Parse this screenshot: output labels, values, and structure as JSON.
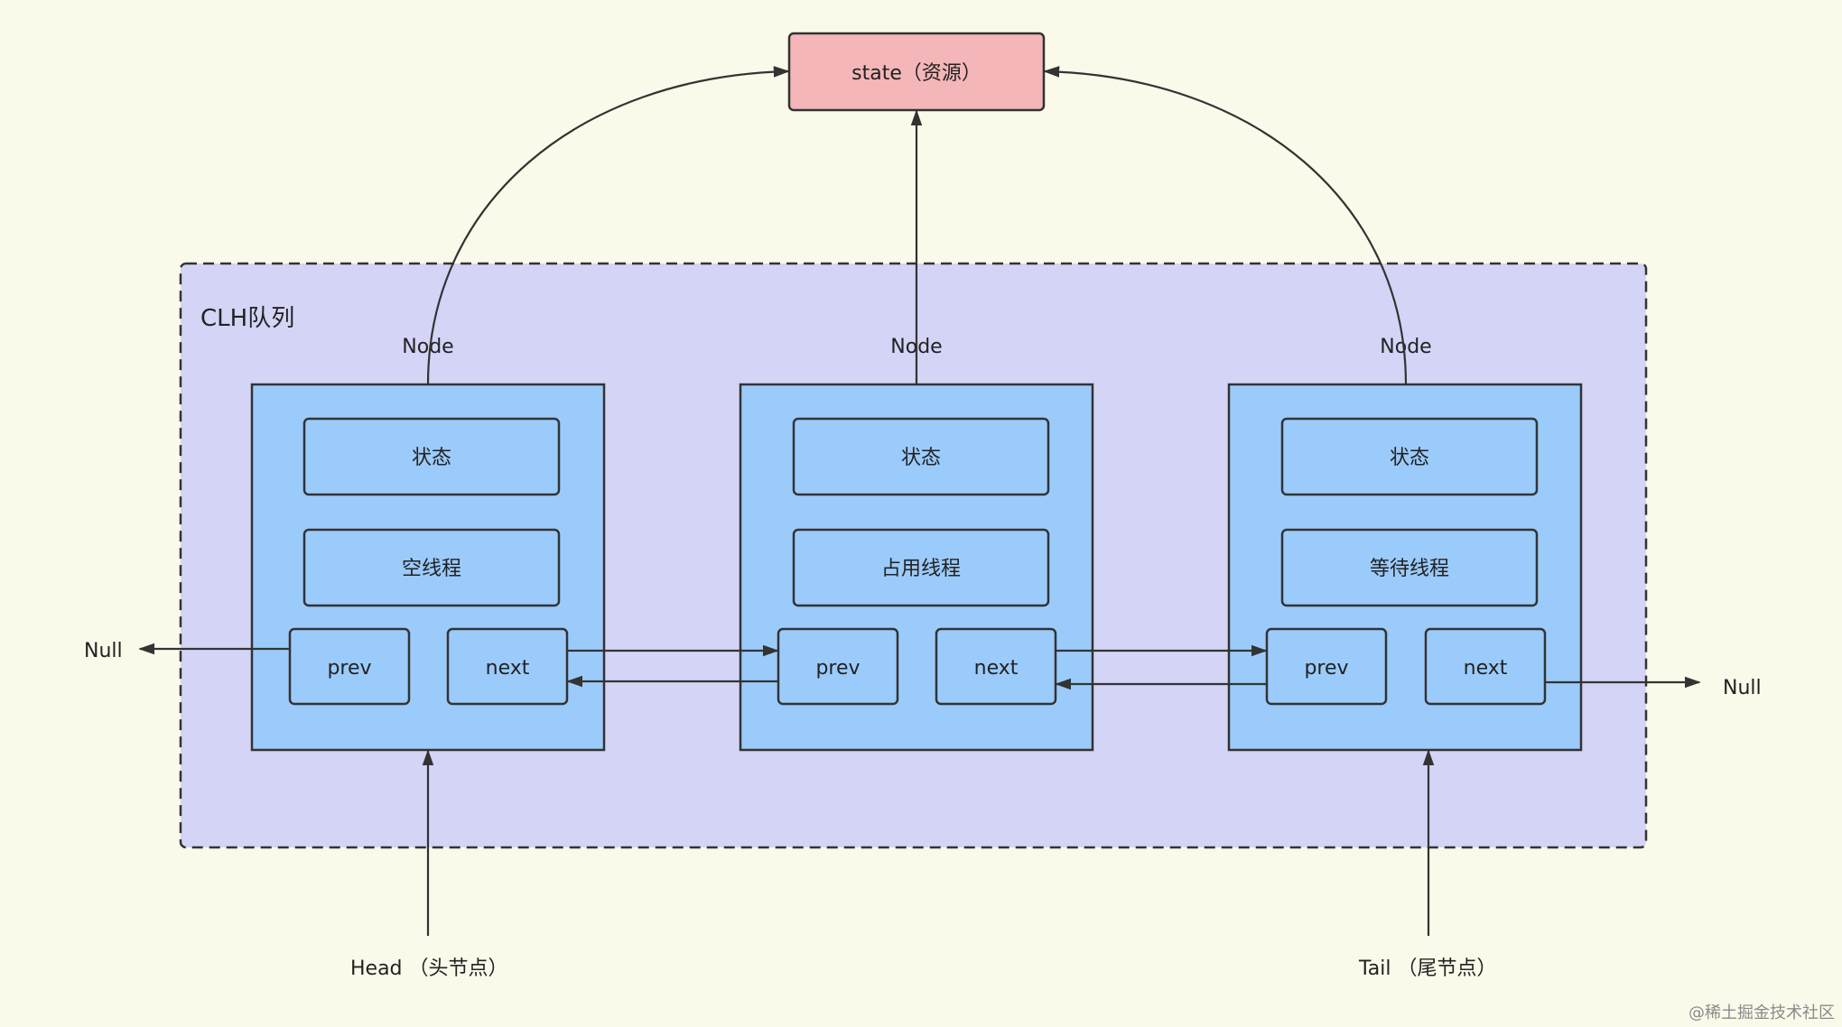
{
  "state_box": {
    "label": "state（资源）"
  },
  "queue": {
    "label": "CLH队列"
  },
  "nodes": [
    {
      "node_label": "Node",
      "status": "状态",
      "thread": "空线程",
      "prev": "prev",
      "next": "next"
    },
    {
      "node_label": "Node",
      "status": "状态",
      "thread": "占用线程",
      "prev": "prev",
      "next": "next"
    },
    {
      "node_label": "Node",
      "status": "状态",
      "thread": "等待线程",
      "prev": "prev",
      "next": "next"
    }
  ],
  "null_left": "Null",
  "null_right": "Null",
  "head_label": "Head （头节点）",
  "tail_label": "Tail （尾节点）",
  "watermark": "@稀土掘金技术社区",
  "colors": {
    "background": "#fbf9ea",
    "queue_fill": "#d4d4f7",
    "node_fill": "#9bcbfb",
    "state_fill": "#f4b6b8",
    "stroke": "#333333"
  }
}
